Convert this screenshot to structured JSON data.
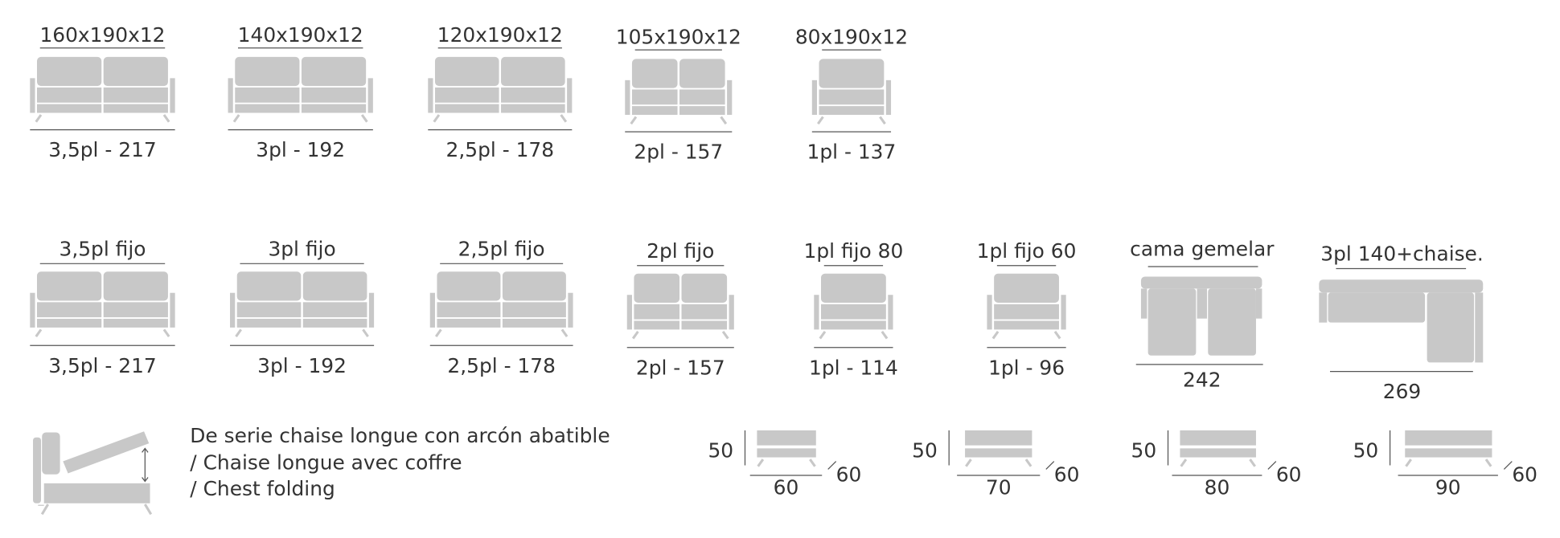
{
  "colors": {
    "fill": "#c8c8c8",
    "line": "#555555",
    "text": "#333333"
  },
  "row1": [
    {
      "title": "160x190x12",
      "label": "3,5pl  -  217"
    },
    {
      "title": "140x190x12",
      "label": "3pl  -  192"
    },
    {
      "title": "120x190x12",
      "label": "2,5pl  -  178"
    },
    {
      "title": "105x190x12",
      "label": "2pl  -  157"
    },
    {
      "title": "80x190x12",
      "label": "1pl  -  137"
    }
  ],
  "row2": [
    {
      "title": "3,5pl fijo",
      "label": "3,5pl  -  217"
    },
    {
      "title": "3pl fijo",
      "label": "3pl  -  192"
    },
    {
      "title": "2,5pl fijo",
      "label": "2,5pl  -  178"
    },
    {
      "title": "2pl fijo",
      "label": "2pl  -  157"
    },
    {
      "title": "1pl fijo 80",
      "label": "1pl  -  114"
    },
    {
      "title": "1pl fijo 60",
      "label": "1pl  -  96"
    },
    {
      "title": "cama gemelar",
      "label": "242"
    },
    {
      "title": "3pl 140+chaise.",
      "label": "269"
    }
  ],
  "chest": {
    "lines": [
      "De serie chaise longue con arcón abatible",
      "/ Chaise longue avec coffre",
      "/ Chest folding"
    ]
  },
  "footstools": [
    {
      "height": "50",
      "width": "60",
      "depth": "60"
    },
    {
      "height": "50",
      "width": "70",
      "depth": "60"
    },
    {
      "height": "50",
      "width": "80",
      "depth": "60"
    },
    {
      "height": "50",
      "width": "90",
      "depth": "60"
    }
  ]
}
